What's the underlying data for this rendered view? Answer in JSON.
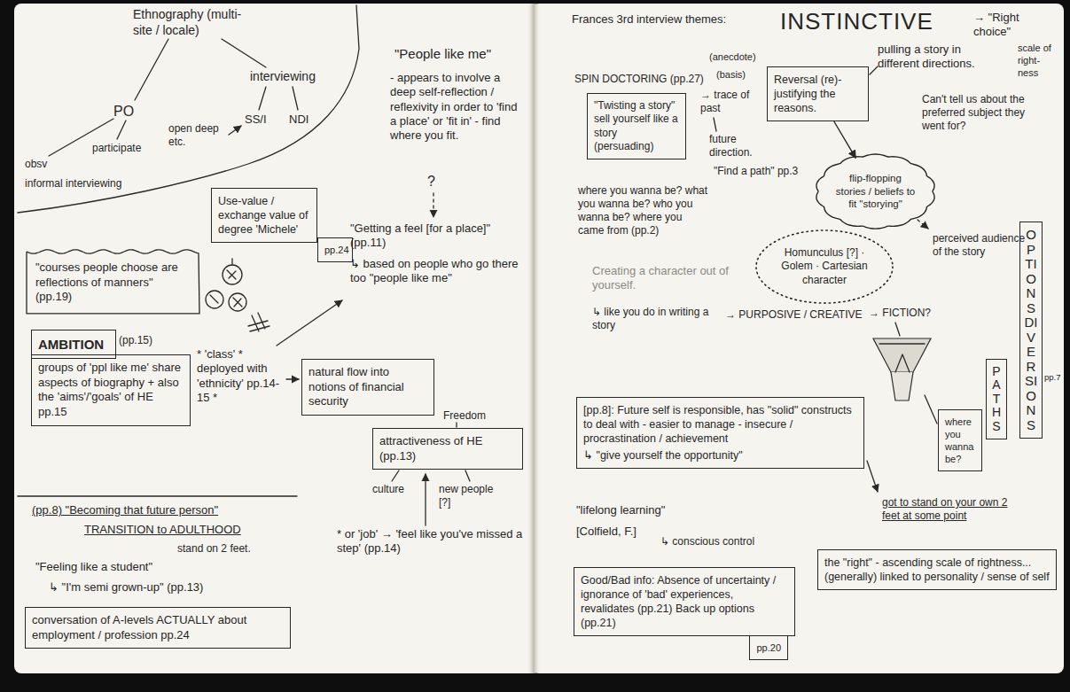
{
  "diagram": {
    "nodes": [
      {
        "text": [
          "Use-value / exchange value of degree 'Michele'"
        ]
      },
      {
        "text": [
          "pp.24"
        ]
      },
      {
        "text": [
          "\"courses people choose are reflections of manners\" (pp.19)"
        ]
      },
      {
        "text": [
          "AMBITION"
        ]
      },
      {
        "text": [
          "groups of 'ppl like me' share aspects of biography + also the 'aims'/'goals' of HE pp.15"
        ]
      },
      {
        "text": [
          "natural flow into notions of financial security"
        ]
      },
      {
        "text": [
          "attractiveness of HE (pp.13)"
        ]
      },
      {
        "text": [
          "conversation of A-levels ACTUALLY about employment / profession pp.24"
        ]
      },
      {
        "text": [
          "\"Twisting a story\" sell yourself like a story (persuading)"
        ]
      },
      {
        "text": [
          "Reversal (re)-justifying the reasons."
        ]
      },
      {
        "text": [
          "flip-flopping stories / beliefs to fit \"storying\""
        ]
      },
      {
        "text": [
          "Homunculus [?] · Golem · Cartesian character"
        ]
      },
      {
        "text": [
          "OPTIONS DIVERSIONS"
        ]
      },
      {
        "text": [
          "PATHS"
        ]
      },
      {
        "text": [
          "where you wanna be?"
        ]
      },
      {
        "text": [
          "[pp.8]: Future self is responsible, has \"solid\" constructs to deal with - easier to manage - insecure / procrastination / achievement",
          "↳ \"give yourself the opportunity\""
        ]
      },
      {
        "text": [
          "Good/Bad info: Absence of uncertainty / ignorance of 'bad' experiences, revalidates (pp.21) Back up options (pp.21)"
        ]
      },
      {
        "text": [
          "pp.20"
        ]
      },
      {
        "text": [
          "the \"right\" - ascending scale of rightness... (generally) linked to personality / sense of self"
        ]
      }
    ],
    "edges": [
      {
        "from": 9,
        "to": 10,
        "arrow": "to"
      }
    ],
    "labels": [
      "Ethnography (multi-site / locale)",
      "PO",
      "interviewing",
      "obsv",
      "participate",
      "open deep etc.",
      "SS/I",
      "NDI",
      "informal interviewing",
      "\"People like me\"",
      "- appears to involve a deep self-reflection / reflexivity in order to 'find a place' or 'fit in' - find where you fit.",
      "?",
      "\"Getting a feel [for a place]\" (pp.11)",
      "↳ based on people who go there too \"people like me\"",
      "(pp.15)",
      "* 'class' * deployed with 'ethnicity' pp.14-15 *",
      "Freedom",
      "culture",
      "new people [?]",
      "* or 'job' → 'feel like you've missed a step' (pp.14)",
      "(pp.8) \"Becoming that future person\"",
      "TRANSITION to ADULTHOOD",
      "stand on 2 feet.",
      "\"Feeling like a student\"",
      "↳ \"I'm semi grown-up\" (pp.13)",
      "Frances 3rd interview themes:",
      "INSTINCTIVE",
      "→ \"Right choice\"",
      "scale of right-ness",
      "SPIN DOCTORING (pp.27)",
      "(anecdote)",
      "(basis)",
      "→ trace of past",
      "future direction.",
      "\"Find a path\" pp.3",
      "pulling a story in different directions.",
      "Can't tell us about the preferred subject they went for?",
      "where you wanna be? what you wanna be? who you wanna be? where you came from (pp.2)",
      "Creating a character out of yourself.",
      "perceived audience of the story",
      "↳ like you do in writing a story",
      "→ PURPOSIVE / CREATIVE",
      "→ FICTION?",
      "pp.7",
      "got to stand on your own 2 feet at some point",
      "\"lifelong learning\"",
      "[Colfield, F.]",
      "↳ conscious control"
    ]
  }
}
